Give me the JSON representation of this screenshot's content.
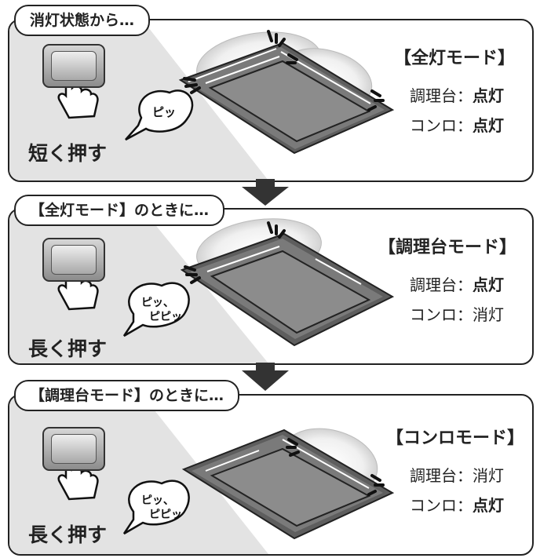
{
  "steps": [
    {
      "tag": "消灯状態から…",
      "mode_title": "【全灯モード】",
      "status": [
        {
          "label": "調理台：",
          "value": "点灯",
          "on": true
        },
        {
          "label": "コンロ：",
          "value": "点灯",
          "on": true
        }
      ],
      "action": "短く押す",
      "beep_lines": [
        "ピッ"
      ]
    },
    {
      "tag": "【全灯モード】のときに…",
      "mode_title": "【調理台モード】",
      "status": [
        {
          "label": "調理台：",
          "value": "点灯",
          "on": true
        },
        {
          "label": "コンロ：",
          "value": "消灯",
          "on": false
        }
      ],
      "action": "長く押す",
      "beep_lines": [
        "ピッ、",
        "ピピッ"
      ]
    },
    {
      "tag": "【調理台モード】のときに…",
      "mode_title": "【コンロモード】",
      "status": [
        {
          "label": "調理台：",
          "value": "消灯",
          "on": false
        },
        {
          "label": "コンロ：",
          "value": "点灯",
          "on": true
        }
      ],
      "action": "長く押す",
      "beep_lines": [
        "ピッ、",
        "ピピッ"
      ]
    }
  ],
  "colors": {
    "band": "#e3e3e3",
    "hood_frame": "#5e5e5e",
    "hood_panel": "#8c8c8c",
    "outline": "#222222"
  }
}
